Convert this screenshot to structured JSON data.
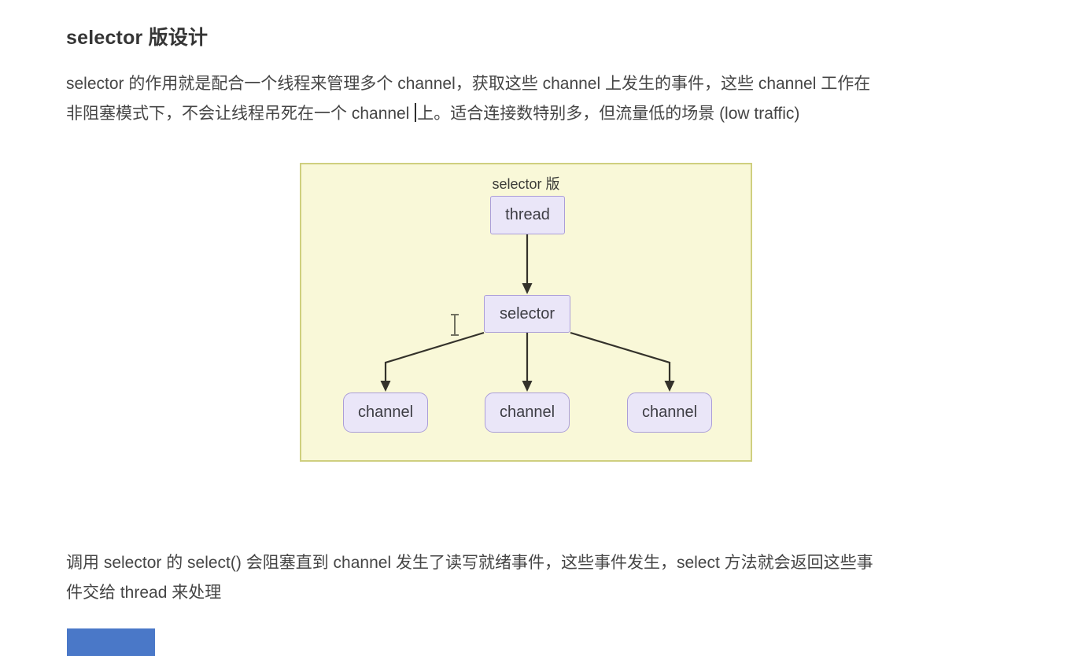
{
  "document": {
    "title": "selector 版设计",
    "intro": {
      "line1": "selector 的作用就是配合一个线程来管理多个 channel，获取这些 channel 上发生的事件，这些 channel 工作在",
      "line2_before_caret": "非阻塞模式下，不会让线程吊死在一个 channel ",
      "line2_after_caret": "上。适合连接数特别多，但流量低的场景 (low traffic)"
    },
    "closing": {
      "line1": "调用 selector 的 select() 会阻塞直到 channel 发生了读写就绪事件，这些事件发生，select 方法就会返回这些事",
      "line2": "件交给 thread 来处理"
    }
  },
  "diagram": {
    "title": "selector 版",
    "thread_label": "thread",
    "selector_label": "selector",
    "channel_labels": [
      "channel",
      "channel",
      "channel"
    ],
    "edges": [
      {
        "from": "thread",
        "to": "selector"
      },
      {
        "from": "selector",
        "to": "channel-1"
      },
      {
        "from": "selector",
        "to": "channel-2"
      },
      {
        "from": "selector",
        "to": "channel-3"
      }
    ],
    "colors": {
      "canvas_bg": "#f9f8d8",
      "canvas_border": "#cfcf7f",
      "node_bg": "#eae6f8",
      "node_border": "#ab9ed8",
      "arrow": "#34322b"
    }
  },
  "misc": {
    "bottom_left_block_color": "#4a78c8"
  }
}
